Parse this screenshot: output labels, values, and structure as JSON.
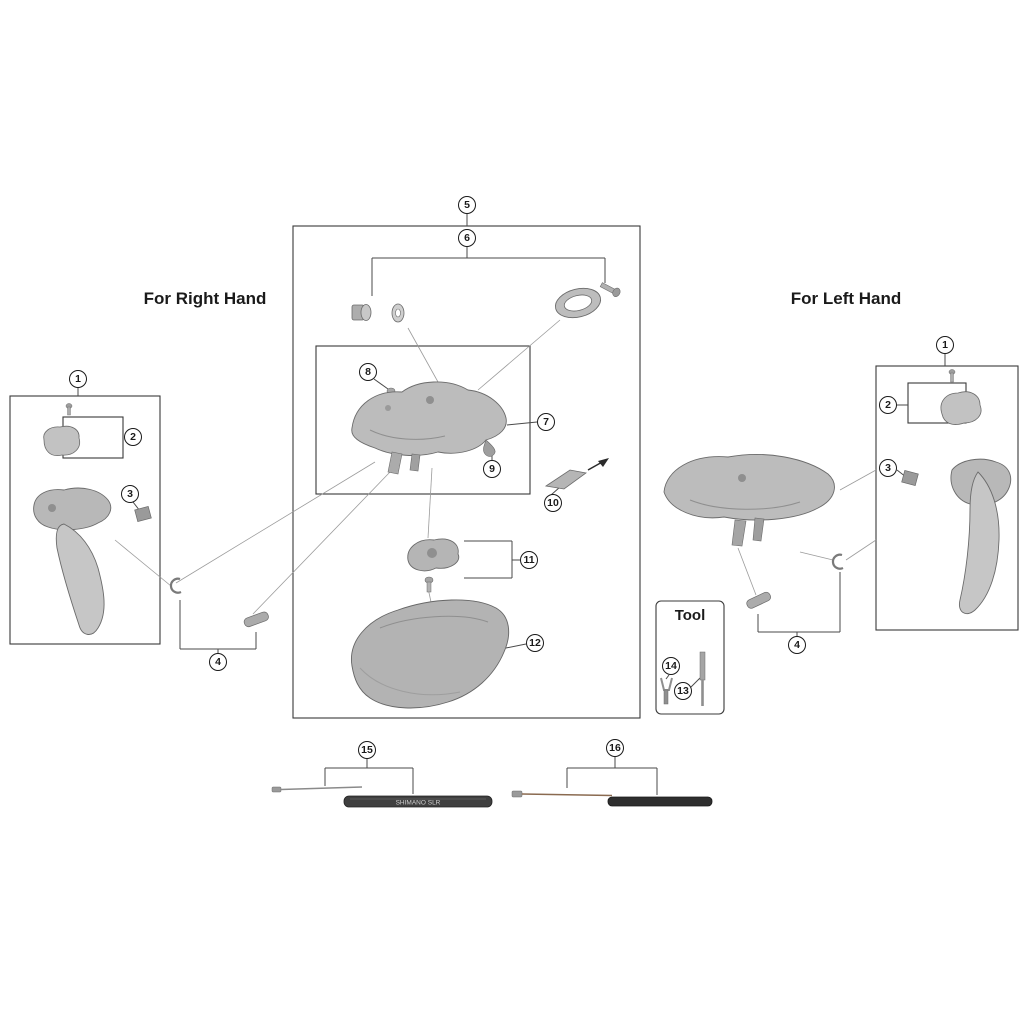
{
  "diagram": {
    "right_hand_label": "For Right Hand",
    "left_hand_label": "For Left Hand",
    "tool_label": "Tool",
    "cable_print": "SHIMANO SLR",
    "callouts": [
      {
        "id": "rh-1",
        "label": "1"
      },
      {
        "id": "rh-2",
        "label": "2"
      },
      {
        "id": "rh-3",
        "label": "3"
      },
      {
        "id": "rh-4",
        "label": "4"
      },
      {
        "id": "main-5",
        "label": "5"
      },
      {
        "id": "main-6",
        "label": "6"
      },
      {
        "id": "main-7",
        "label": "7"
      },
      {
        "id": "main-8",
        "label": "8"
      },
      {
        "id": "main-9",
        "label": "9"
      },
      {
        "id": "main-10",
        "label": "10"
      },
      {
        "id": "main-11",
        "label": "11"
      },
      {
        "id": "main-12",
        "label": "12"
      },
      {
        "id": "tool-13",
        "label": "13"
      },
      {
        "id": "tool-14",
        "label": "14"
      },
      {
        "id": "cable-15",
        "label": "15"
      },
      {
        "id": "cable-16",
        "label": "16"
      },
      {
        "id": "lh-1",
        "label": "1"
      },
      {
        "id": "lh-2",
        "label": "2"
      },
      {
        "id": "lh-3",
        "label": "3"
      },
      {
        "id": "lh-4",
        "label": "4"
      }
    ]
  }
}
